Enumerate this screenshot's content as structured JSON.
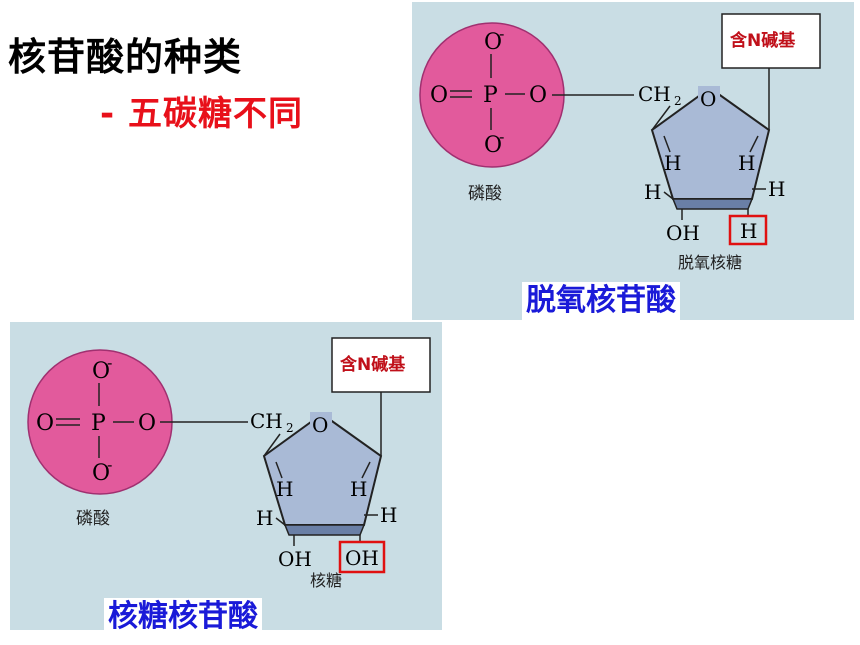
{
  "title": "核苷酸的种类",
  "subtitle": "- 五碳糖不同",
  "colors": {
    "title": "#000000",
    "subtitle": "#e8101a",
    "caption": "#1a1ad8",
    "phosphate_fill": "#e25a9c",
    "sugar_fill": "#a9bad6",
    "panel_bg": "#c9dde4",
    "highlight_box": "#e01010",
    "base_label": "#c0101a"
  },
  "diagrams": {
    "deoxyribonucleotide": {
      "phosphate": {
        "o_top": "O",
        "o_top_charge": "-",
        "o_left": "O",
        "p": "P",
        "o_right": "O",
        "o_bottom": "O",
        "o_bottom_charge": "-",
        "label": "磷酸"
      },
      "ch2": "CH",
      "ch2_sub": "2",
      "ring_o": "O",
      "h_inner_left": "H",
      "h_inner_right": "H",
      "h_outer_left": "H",
      "h_outer_right": "H",
      "oh_3": "OH",
      "highlight": "H",
      "base": "含N碱基",
      "sugar_label": "脱氧核糖",
      "caption": "脱氧核苷酸"
    },
    "ribonucleotide": {
      "phosphate": {
        "o_top": "O",
        "o_top_charge": "-",
        "o_left": "O",
        "p": "P",
        "o_right": "O",
        "o_bottom": "O",
        "o_bottom_charge": "-",
        "label": "磷酸"
      },
      "ch2": "CH",
      "ch2_sub": "2",
      "ring_o": "O",
      "h_inner_left": "H",
      "h_inner_right": "H",
      "h_outer_left": "H",
      "h_outer_right": "H",
      "oh_3": "OH",
      "highlight": "OH",
      "base": "含N碱基",
      "sugar_label": "核糖",
      "caption": "核糖核苷酸"
    }
  }
}
